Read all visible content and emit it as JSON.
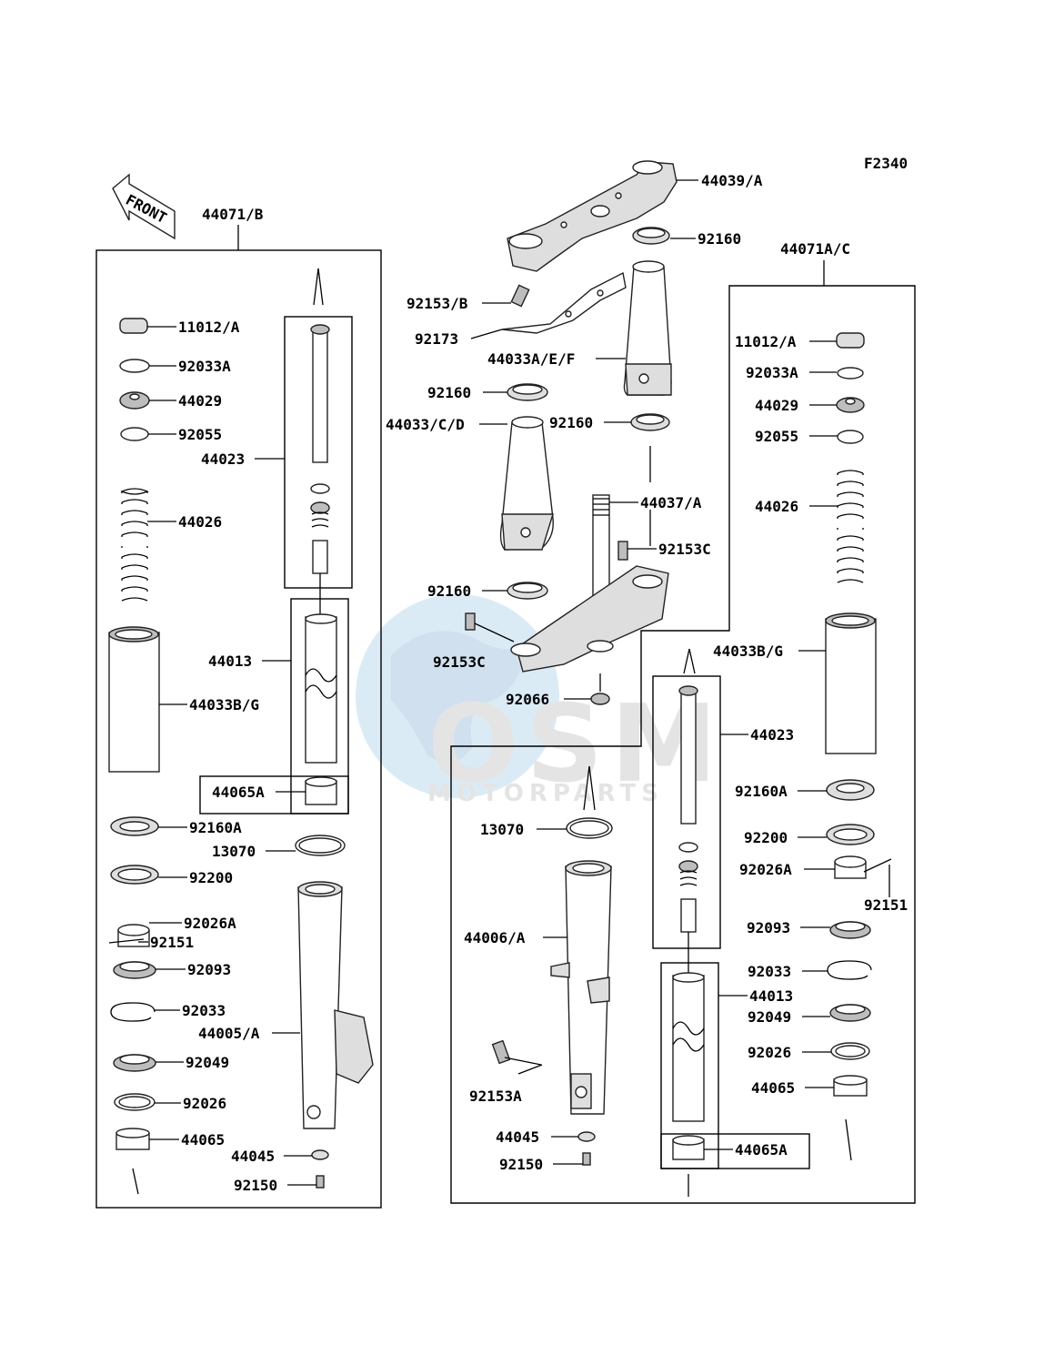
{
  "figure_code": "F2340",
  "front_label": "FRONT",
  "watermark": {
    "brand": "OSM",
    "sub": "MOTORPARTS"
  },
  "labels": {
    "l_44071b": "44071/B",
    "l_11012a_l": "11012/A",
    "l_92033a_l": "92033A",
    "l_44029_l": "44029",
    "l_92055_l": "92055",
    "l_44023_l": "44023",
    "l_44026_l": "44026",
    "l_44013_l": "44013",
    "l_44033bg_l": "44033B/G",
    "l_44065a_l": "44065A",
    "l_92160a_l": "92160A",
    "l_13070_l": "13070",
    "l_92200_l": "92200",
    "l_92026a_l": "92026A",
    "l_92151_l": "92151",
    "l_92093_l": "92093",
    "l_92033_l": "92033",
    "l_44005a": "44005/A",
    "l_92049_l": "92049",
    "l_92026_l": "92026",
    "l_44065_l": "44065",
    "l_44045_l": "44045",
    "l_92150_l": "92150",
    "l_44039a": "44039/A",
    "l_92160_t": "92160",
    "l_92153b": "92153/B",
    "l_92173": "92173",
    "l_44033aef": "44033A/E/F",
    "l_92160_m1": "92160",
    "l_44033cd": "44033/C/D",
    "l_92160_m2": "92160",
    "l_44037a": "44037/A",
    "l_92153c_r": "92153C",
    "l_92160_m3": "92160",
    "l_92153c_l": "92153C",
    "l_92066": "92066",
    "l_44071ac": "44071A/C",
    "l_11012a_r": "11012/A",
    "l_92033a_r": "92033A",
    "l_44029_r": "44029",
    "l_92055_r": "92055",
    "l_44026_r": "44026",
    "l_44033bg_r": "44033B/G",
    "l_44023_r": "44023",
    "l_92160a_r": "92160A",
    "l_13070_r": "13070",
    "l_92200_r": "92200",
    "l_92026a_r": "92026A",
    "l_92151_r": "92151",
    "l_44006a": "44006/A",
    "l_92093_r": "92093",
    "l_92033_r": "92033",
    "l_44013_r": "44013",
    "l_92049_r": "92049",
    "l_92026_r": "92026",
    "l_92153a": "92153A",
    "l_44065_r": "44065",
    "l_44045_r": "44045",
    "l_92150_r": "92150",
    "l_44065a_r": "44065A"
  }
}
